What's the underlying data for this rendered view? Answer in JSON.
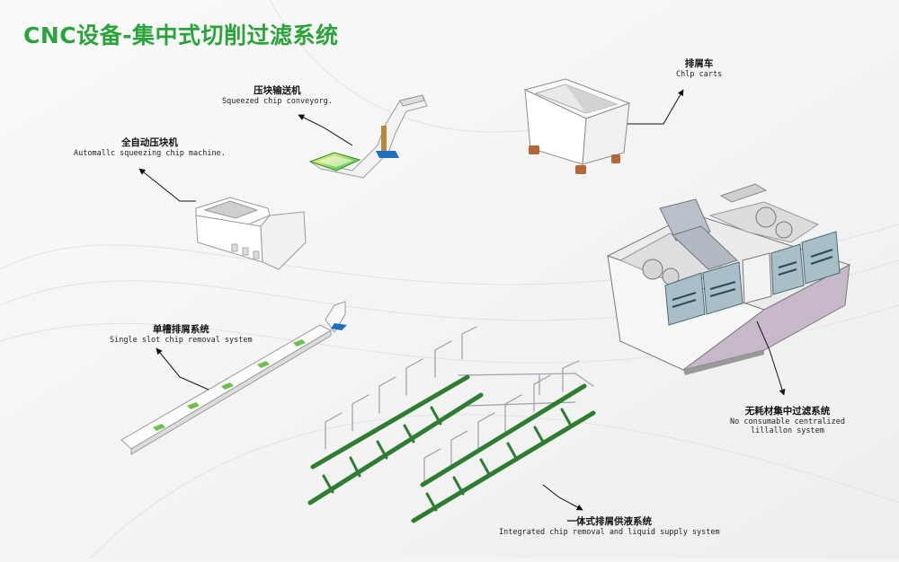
{
  "title": "CNC设备-集中式切削过滤系统",
  "components": [
    {
      "id": "conveyor",
      "cn": "压块输送机",
      "en": "Squeezed chip conveyorg."
    },
    {
      "id": "cart",
      "cn": "排屑车",
      "en": "Chlp carts"
    },
    {
      "id": "squeezer",
      "cn": "全自动压块机",
      "en": "Automallc squeezing chip machine."
    },
    {
      "id": "single-slot",
      "cn": "单槽排屑系统",
      "en": "Single slot chip removal system"
    },
    {
      "id": "filter",
      "cn": "无耗材集中过滤系统",
      "en": "No consumable centralized",
      "en2": "lillallon system"
    },
    {
      "id": "integrated",
      "cn": "一体式排屑供液系统",
      "en": "Integrated chip removal and liquid supply system"
    }
  ],
  "colors": {
    "title": "#2aa43a",
    "pipe": "#2e7d32",
    "tank": "#a9bfc8",
    "base": "#c7b9c9",
    "accent": "#6ec24a",
    "blue": "#1f6fc0"
  }
}
